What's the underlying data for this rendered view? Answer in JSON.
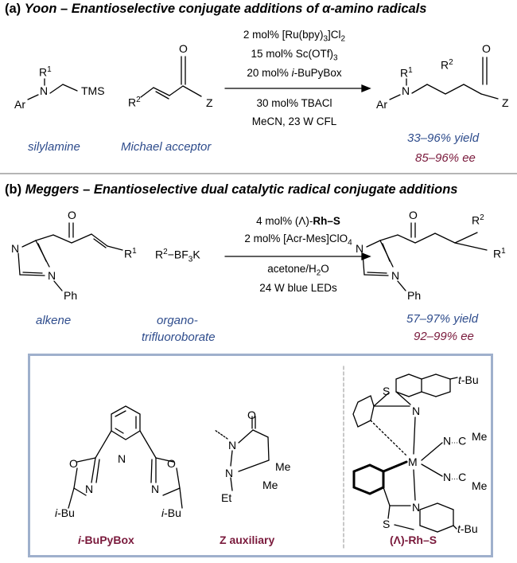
{
  "section_a": {
    "letter": "(a)",
    "author": "Yoon",
    "dash": "–",
    "title": "Enantioselective conjugate additions of α-amino radicals",
    "conditions": [
      "2 mol% [Ru(bpy)3]Cl2",
      "15 mol% Sc(OTf)3",
      "20 mol% i-BuPyBox",
      "30 mol% TBACl",
      "MeCN, 23 W CFL"
    ],
    "reagent1_label": "silylamine",
    "reagent2_label": "Michael acceptor",
    "yield": "33–96% yield",
    "ee": "85–96% ee",
    "atoms": {
      "r1": "R1",
      "n": "N",
      "ar": "Ar",
      "tms": "TMS",
      "r2": "R2",
      "o": "O",
      "z": "Z"
    }
  },
  "section_b": {
    "letter": "(b)",
    "author": "Meggers",
    "dash": "–",
    "title": "Enantioselective dual catalytic radical conjugate additions",
    "conditions": [
      "4 mol% (Λ)-Rh–S",
      "2 mol% [Acr-Mes]ClO4",
      "acetone/H2O",
      "24 W blue LEDs"
    ],
    "reagent1_label": "alkene",
    "reagent2_label_line1": "organo-",
    "reagent2_label_line2": "trifluoroborate",
    "yield": "57–97% yield",
    "ee": "92–99% ee",
    "atoms": {
      "o": "O",
      "n": "N",
      "ph": "Ph",
      "r1": "R1",
      "r2": "R2",
      "bf3k": "BF3K"
    }
  },
  "box": {
    "caption1": "i-BuPyBox",
    "caption2": "Z auxiliary",
    "caption3": "(Λ)-Rh–S",
    "atoms": {
      "o": "O",
      "n": "N",
      "ibu": "i-Bu",
      "et": "Et",
      "me": "Me",
      "s": "S",
      "tbu": "t-Bu",
      "m": "M",
      "c": "C"
    }
  }
}
